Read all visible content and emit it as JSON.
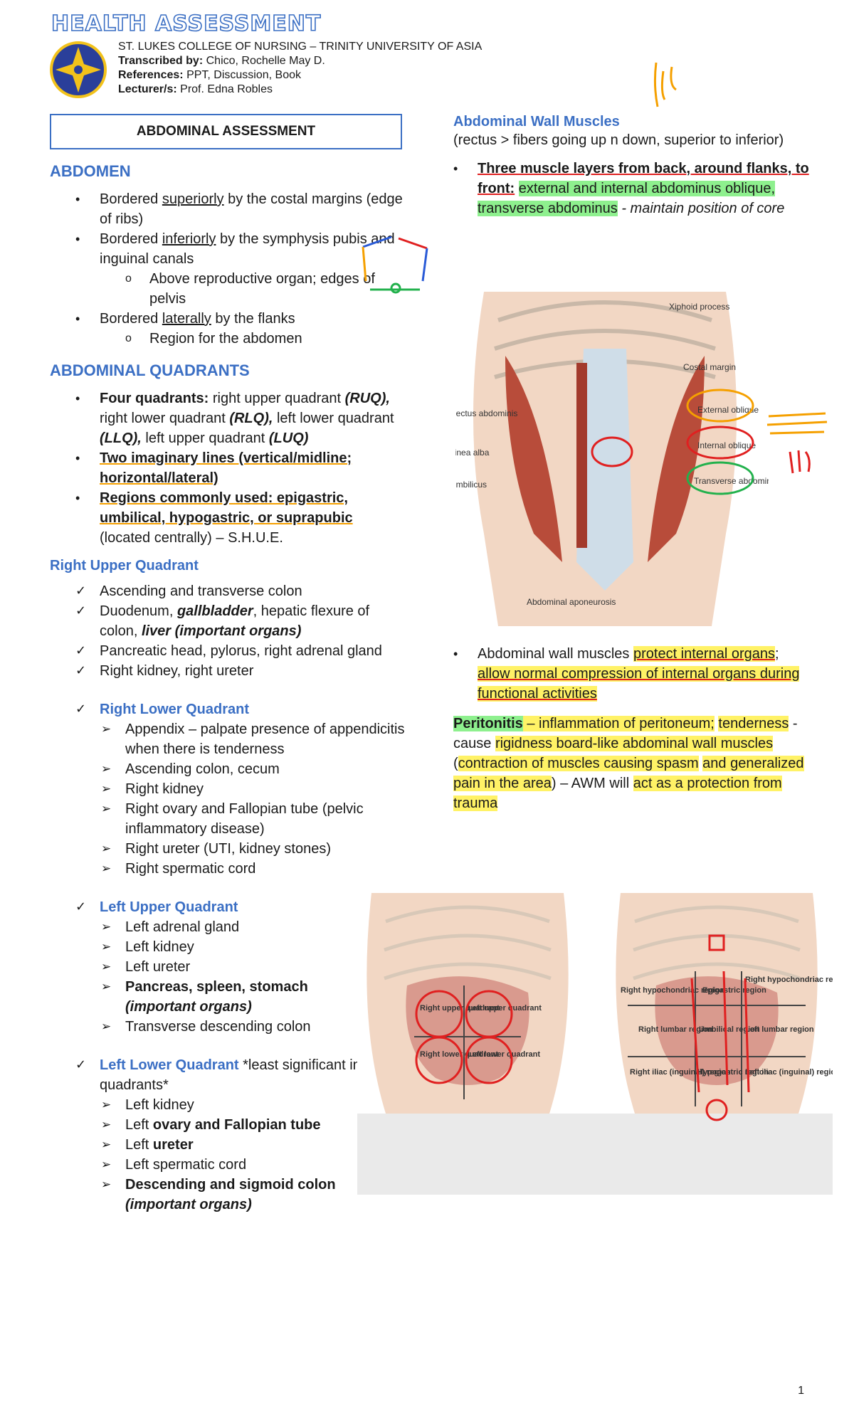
{
  "header": {
    "brand": "HEALTH ASSESSMENT",
    "school": "ST. LUKES COLLEGE OF NURSING – TRINITY UNIVERSITY OF ASIA",
    "transcribed_label": "Transcribed by:",
    "transcribed_value": "Chico, Rochelle May D.",
    "references_label": "References:",
    "references_value": "PPT, Discussion, Book",
    "lecturer_label": "Lecturer/s:",
    "lecturer_value": "Prof. Edna Robles"
  },
  "left": {
    "boxed_title": "ABDOMINAL ASSESSMENT",
    "abdomen_heading": "ABDOMEN",
    "abdomen": {
      "b1_pre": "Bordered ",
      "b1_u": "superiorly",
      "b1_post": " by the costal margins (edge of ribs)",
      "b2_pre": "Bordered ",
      "b2_u": "inferiorly",
      "b2_post": " by the symphysis pubis and inguinal canals",
      "b2_sub": "Above reproductive organ; edges of pelvis",
      "b3_pre": "Bordered ",
      "b3_u": "laterally",
      "b3_post": " by the flanks",
      "b3_sub": "Region for the abdomen"
    },
    "quadrants_heading": "ABDOMINAL QUADRANTS",
    "quadrants": {
      "q1_bold": "Four quadrants:",
      "q1_a": " right upper quadrant ",
      "q1_rq": "(RUQ),",
      "q1_b": " right lower quadrant ",
      "q1_rlq": "(RLQ),",
      "q1_c": " left lower quadrant ",
      "q1_llq": "(LLQ),",
      "q1_d": " left upper quadrant ",
      "q1_luq": "(LUQ)",
      "q2": "Two imaginary lines (vertical/midline; horizontal/lateral)",
      "q3_bold": "Regions commonly used: epigastric, umbilical, hypogastric, or suprapubic",
      "q3_rest": " (located centrally) – S.H.U.E."
    },
    "ruq_heading": "Right Upper Quadrant",
    "ruq": {
      "i1": "Ascending and transverse colon",
      "i2_a": "Duodenum, ",
      "i2_b": "gallbladder",
      "i2_c": ", hepatic flexure of colon, ",
      "i2_d": "liver (important organs)",
      "i3": "Pancreatic head, pylorus, right adrenal gland",
      "i4": "Right kidney, right ureter"
    },
    "rlq_heading": "Right Lower Quadrant",
    "rlq": [
      "Appendix – palpate presence of appendicitis when there is tenderness",
      "Ascending colon, cecum",
      "Right kidney",
      "Right ovary and Fallopian tube (pelvic inflammatory disease)",
      "Right ureter (UTI, kidney stones)",
      "Right spermatic cord"
    ],
    "luq_heading": "Left Upper Quadrant",
    "luq": {
      "i1": "Left adrenal gland",
      "i2": "Left kidney",
      "i3": "Left ureter",
      "i4_bold": "Pancreas, spleen, stomach",
      "i4_bi": "(important organs)",
      "i5": "Transverse descending colon"
    },
    "llq_heading": "Left Lower Quadrant",
    "llq_note": " *least significant in all quadrants*",
    "llq": {
      "i1": "Left kidney",
      "i2_a": "Left ",
      "i2_b": "ovary and Fallopian tube",
      "i3_a": "Left ",
      "i3_b": "ureter",
      "i4": "Left spermatic cord",
      "i5_bold": "Descending and sigmoid colon",
      "i5_bi": "(important organs)"
    }
  },
  "right": {
    "awm_heading": "Abdominal Wall Muscles",
    "awm_sub": "(rectus > fibers going up n down, superior to inferior)",
    "awm_b1_bold": "Three muscle layers from back, around flanks, to front:",
    "awm_b1_green": "external and internal abdominus oblique, transverse abdominus",
    "awm_b1_italic": " - maintain position of core",
    "fig1_labels": {
      "xiphoid": "Xiphoid process",
      "costal": "Costal margin",
      "rectus": "Rectus abdominis",
      "ext": "External oblique",
      "linea": "Linea alba",
      "int": "Internal oblique",
      "umb": "Umbilicus",
      "trans": "Transverse abdominis",
      "apo": "Abdominal aponeurosis"
    },
    "awm_b2_a": "Abdominal wall muscles ",
    "awm_b2_b": "protect internal organs",
    "awm_b2_c": "; ",
    "awm_b2_d": "allow normal compression of internal organs during functional activities",
    "perit_bold": "Peritonitis",
    "perit_a": " – inflammation of peritoneum;",
    "perit_b": "tenderness",
    "perit_c": " - cause ",
    "perit_d": "rigidness board-like abdominal wall muscles",
    "perit_e": " (",
    "perit_f": "contraction of muscles causing spasm",
    "perit_g": " ",
    "perit_h": "and generalized pain in the area",
    "perit_i": ") – AWM will ",
    "perit_j": "act as a protection from trauma",
    "fig2_labels": {
      "ruq": "Right upper quadrant",
      "luq": "Left upper quadrant",
      "rlq": "Right lower quadrant",
      "llq": "Left lower quadrant"
    },
    "fig3_labels": {
      "rh": "Right hypochondriac region",
      "ep": "Epigastric region",
      "lh": "Right hypochondriac region",
      "rl": "Right lumbar region",
      "um": "Umbilical region",
      "ll": "Left lumbar region",
      "ri": "Right iliac (inguinal) region",
      "hy": "Hypogastric region",
      "li": "Left iliac (inguinal) region"
    }
  },
  "page_number": "1",
  "colors": {
    "accent": "#3b6fc4",
    "highlight_yellow": "#fff266",
    "highlight_green": "#8ef08e",
    "ink_red": "#e02020",
    "ink_orange": "#f5a000"
  }
}
